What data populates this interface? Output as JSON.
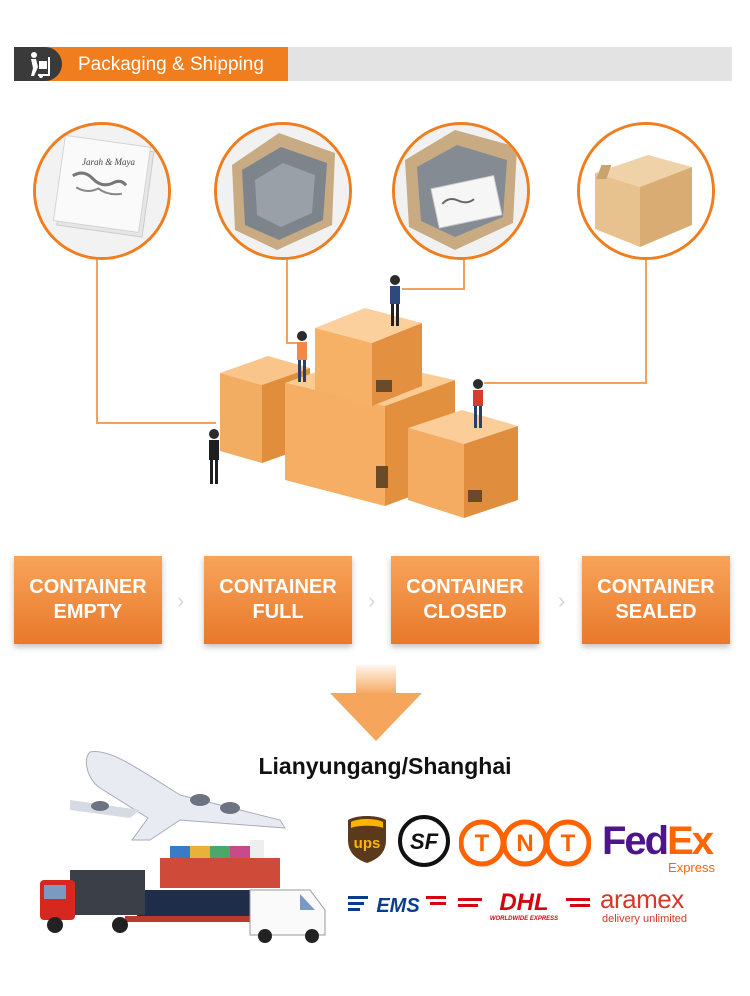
{
  "header": {
    "title": "Packaging & Shipping",
    "icon": "hand-truck-icon"
  },
  "circles": [
    {
      "name": "card-sample",
      "card_text": "Jarah & Maya"
    },
    {
      "name": "empty-lined-box"
    },
    {
      "name": "filled-lined-box"
    },
    {
      "name": "sealed-box"
    }
  ],
  "steps": [
    {
      "line1": "CONTAINER",
      "line2": "EMPTY"
    },
    {
      "line1": "CONTAINER",
      "line2": "FULL"
    },
    {
      "line1": "CONTAINER",
      "line2": "CLOSED"
    },
    {
      "line1": "CONTAINER",
      "line2": "SEALED"
    }
  ],
  "route": "Lianyungang/Shanghai",
  "carriers": {
    "ups": "ups",
    "sf": "SF",
    "tnt": [
      "T",
      "N",
      "T"
    ],
    "fedex": {
      "fed": "Fed",
      "ex": "Ex",
      "sub": "Express"
    },
    "ems": "EMS",
    "dhl": {
      "name": "DHL",
      "sub": "WORLDWIDE EXPRESS"
    },
    "aramex": {
      "name": "aramex",
      "sub": "delivery unlimited"
    }
  },
  "colors": {
    "accent": "#f07d1e",
    "fedex_purple": "#4d148c",
    "fedex_orange": "#ff6600",
    "dhl_red": "#d40511",
    "tnt_orange": "#ff6200",
    "ups_brown": "#5a3a1a"
  }
}
